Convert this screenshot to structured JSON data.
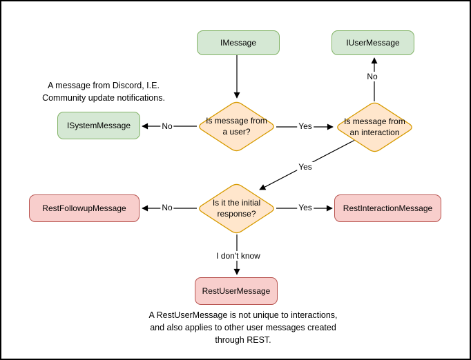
{
  "nodes": {
    "imessage": "IMessage",
    "iusermessage": "IUserMessage",
    "isystemmessage": "ISystemMessage",
    "restfollowupmessage": "RestFollowupMessage",
    "restinteractionmessage": "RestInteractionMessage",
    "restusermessage": "RestUserMessage"
  },
  "decisions": {
    "is_from_user": "Is message from\na user?",
    "is_from_interaction": "Is message from\nan interaction",
    "is_initial_response": "Is it the initial\nresponse?"
  },
  "edge_labels": {
    "user_no": "No",
    "user_yes": "Yes",
    "interaction_no": "No",
    "interaction_yes": "Yes",
    "initial_no": "No",
    "initial_yes": "Yes",
    "initial_unknown": "I don't know"
  },
  "notes": {
    "system_message_note": "A message from Discord, I.E.\nCommunity update notifications.",
    "rest_user_message_note": "A RestUserMessage is not unique to interactions,\nand also applies to other user messages created\nthrough REST."
  },
  "colors": {
    "interface_fill": "#d5e8d4",
    "interface_border": "#82b366",
    "decision_fill": "#ffe6cc",
    "decision_border": "#d79b00",
    "rest_fill": "#f8cecc",
    "rest_border": "#b85450",
    "line": "#000000",
    "background": "#ffffff"
  }
}
